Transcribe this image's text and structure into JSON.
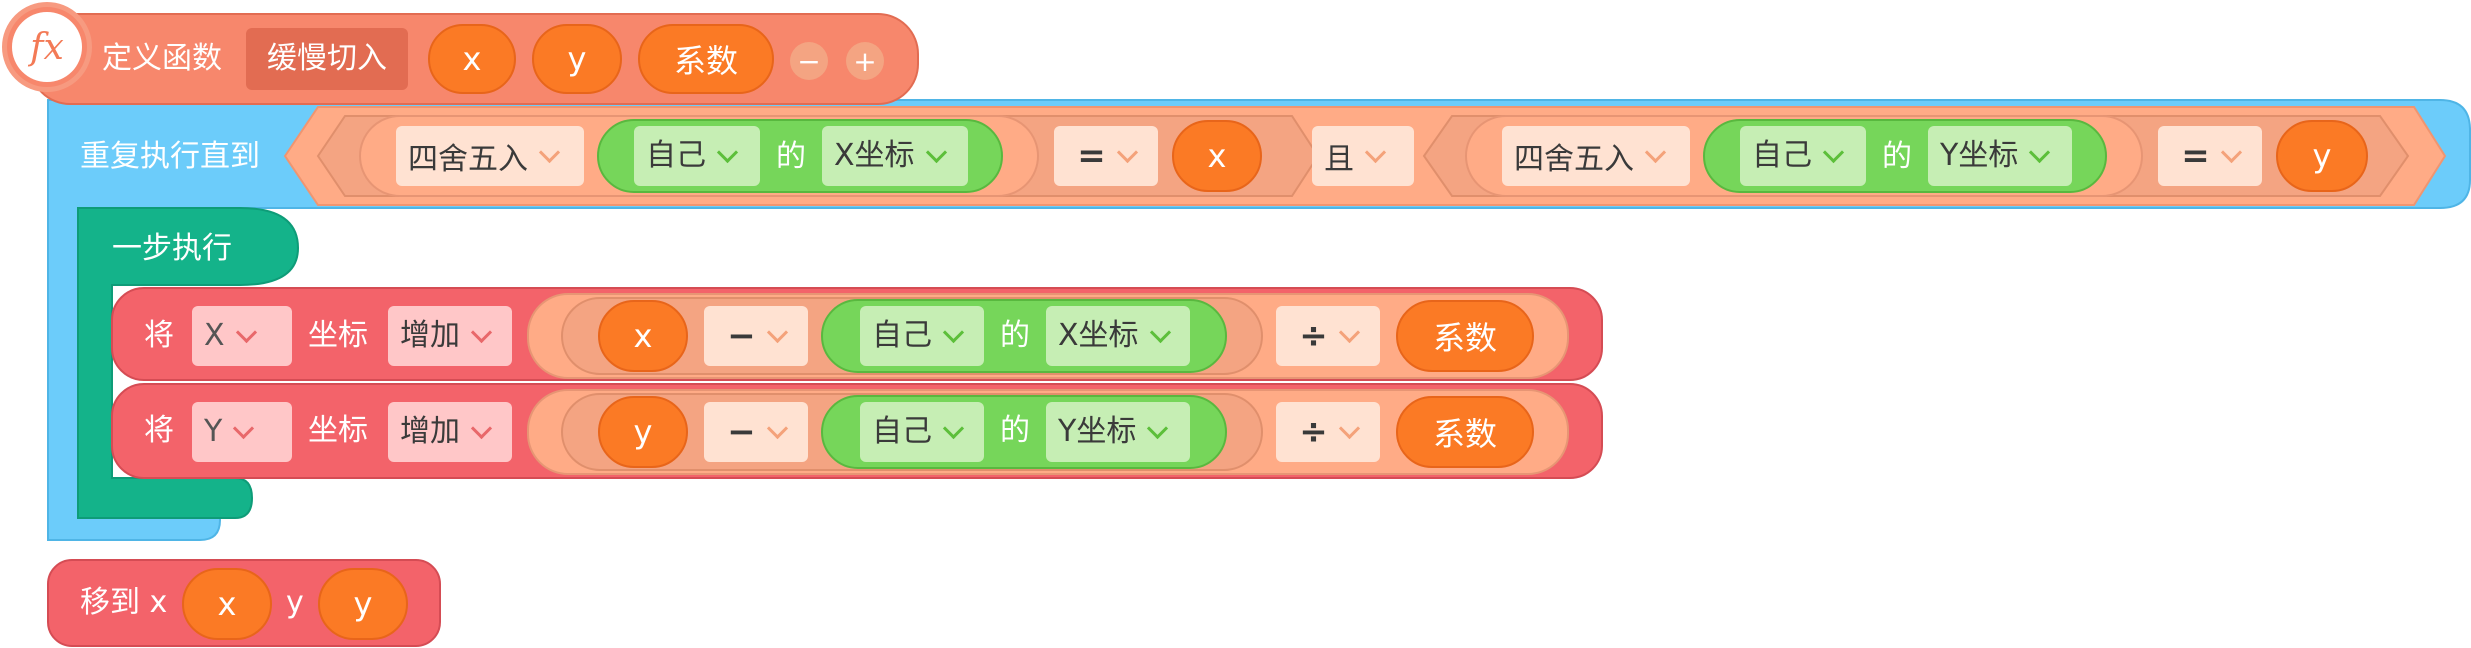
{
  "colors": {
    "define_block": "#f7876c",
    "repeat_block": "#6cccfa",
    "step_block": "#14b38a",
    "motion_block": "#f3636a",
    "operator": "#ffab86",
    "sensing": "#76d65a",
    "variable": "#fb7a25"
  },
  "define": {
    "icon": "fx",
    "label": "定义函数",
    "name": "缓慢切入",
    "params": [
      "x",
      "y",
      "系数"
    ],
    "minus": "−",
    "plus": "+"
  },
  "repeat": {
    "label": "重复执行直到",
    "cond1": {
      "round": "四舍五入",
      "obj": "自己",
      "of": "的",
      "prop": "X坐标",
      "op": "=",
      "var": "x"
    },
    "and": "且",
    "cond2": {
      "round": "四舍五入",
      "obj": "自己",
      "of": "的",
      "prop": "Y坐标",
      "op": "=",
      "var": "y"
    }
  },
  "step": {
    "label": "一步执行"
  },
  "row1": {
    "set": "将",
    "axis": "X",
    "coord": "坐标",
    "action": "增加",
    "var": "x",
    "minus": "−",
    "obj": "自己",
    "of": "的",
    "prop": "X坐标",
    "div": "÷",
    "factor": "系数"
  },
  "row2": {
    "set": "将",
    "axis": "Y",
    "coord": "坐标",
    "action": "增加",
    "var": "y",
    "minus": "−",
    "obj": "自己",
    "of": "的",
    "prop": "Y坐标",
    "div": "÷",
    "factor": "系数"
  },
  "moveto": {
    "label": "移到 x",
    "x": "x",
    "ylabel": "y",
    "y": "y"
  }
}
